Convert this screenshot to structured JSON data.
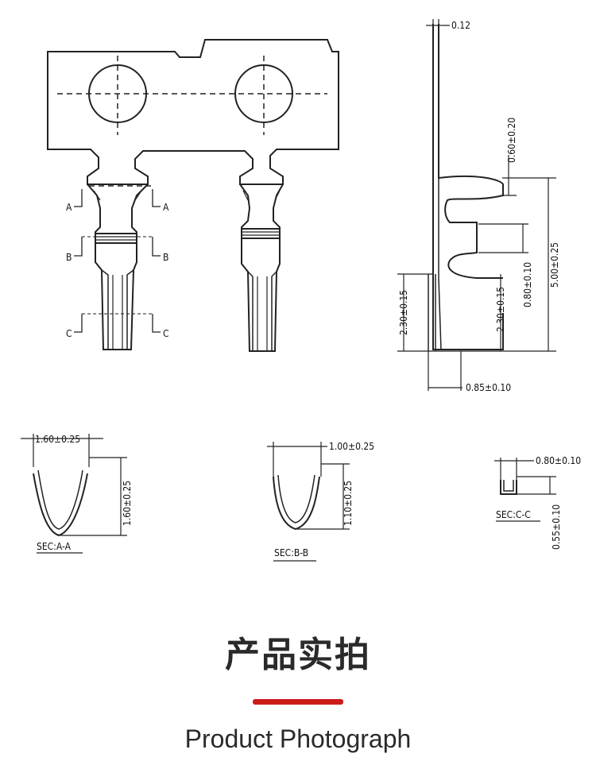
{
  "drawing": {
    "dim_thickness": "0.12",
    "dim_top_step": "0.60±0.20",
    "dim_overall_height": "5.00±0.25",
    "dim_mid_step": "0.80±0.10",
    "dim_left_height": "2.30±0.15",
    "dim_inner_height": "2.30±0.15",
    "dim_base_width": "0.85±0.10",
    "cut_labels": {
      "a": "A",
      "b": "B",
      "c": "C"
    },
    "sec_aa": {
      "label": "SEC:A-A",
      "width": "1.60±0.25",
      "height": "1.60±0.25"
    },
    "sec_bb": {
      "label": "SEC:B-B",
      "width": "1.00±0.25",
      "height": "1.10±0.25"
    },
    "sec_cc": {
      "label": "SEC:C-C",
      "width": "0.80±0.10",
      "height": "0.55±0.10"
    }
  },
  "section": {
    "title_cn": "产品实拍",
    "title_en": "Product Photograph",
    "accent_color": "#cc1b1b"
  }
}
